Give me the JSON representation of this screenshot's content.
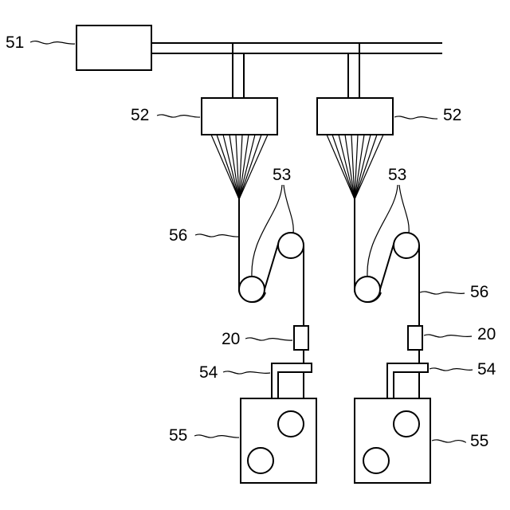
{
  "labels": {
    "controller": "51",
    "spinneret_left": "52",
    "spinneret_right": "52",
    "rollers_left": "53",
    "rollers_right": "53",
    "fiber_left": "56",
    "fiber_right": "56",
    "sensor_left": "20",
    "sensor_right": "20",
    "guide_left": "54",
    "guide_right": "54",
    "winder_left": "55",
    "winder_right": "55"
  }
}
